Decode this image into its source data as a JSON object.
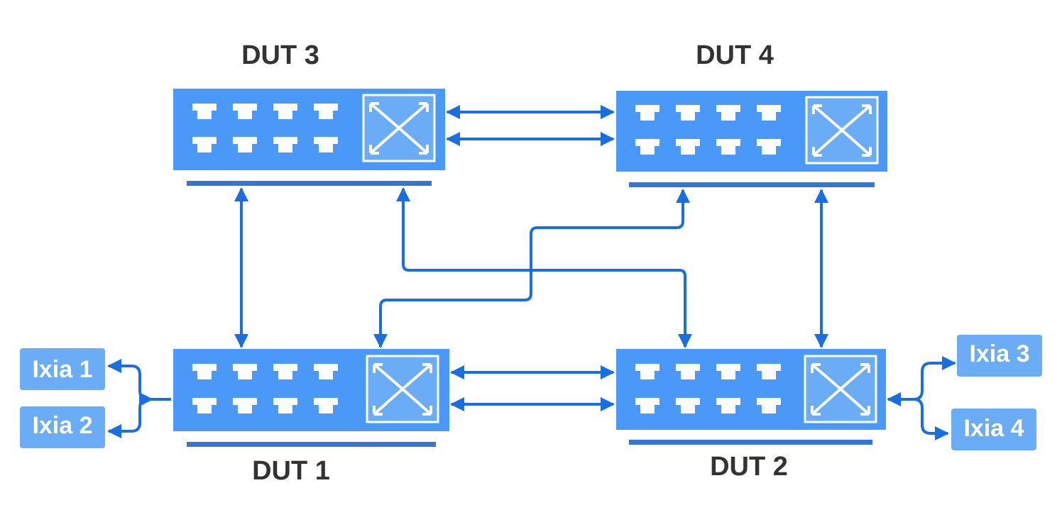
{
  "colors": {
    "switch_body": "#4a98f7",
    "switch_base": "#3575d3",
    "link": "#1a6fe0",
    "ixia_box": "#6aacf6",
    "port": "#ffffff",
    "label_text": "#333333",
    "ixia_text": "#ffffff"
  },
  "devices": {
    "dut3": {
      "label": "DUT 3",
      "icon": "network-switch-icon"
    },
    "dut4": {
      "label": "DUT 4",
      "icon": "network-switch-icon"
    },
    "dut1": {
      "label": "DUT 1",
      "icon": "network-switch-icon"
    },
    "dut2": {
      "label": "DUT 2",
      "icon": "network-switch-icon"
    }
  },
  "traffic_generators": {
    "ixia1": {
      "label": "Ixia 1"
    },
    "ixia2": {
      "label": "Ixia 2"
    },
    "ixia3": {
      "label": "Ixia 3"
    },
    "ixia4": {
      "label": "Ixia 4"
    }
  },
  "links": [
    {
      "from": "DUT 3",
      "to": "DUT 4",
      "count": 2,
      "bidirectional": true
    },
    {
      "from": "DUT 1",
      "to": "DUT 2",
      "count": 2,
      "bidirectional": true
    },
    {
      "from": "DUT 3",
      "to": "DUT 1",
      "count": 1,
      "bidirectional": true
    },
    {
      "from": "DUT 4",
      "to": "DUT 2",
      "count": 1,
      "bidirectional": true
    },
    {
      "from": "DUT 3",
      "to": "DUT 2",
      "count": 1,
      "bidirectional": true
    },
    {
      "from": "DUT 4",
      "to": "DUT 1",
      "count": 1,
      "bidirectional": true
    },
    {
      "from": "Ixia 1",
      "to": "DUT 1",
      "count": 1,
      "bidirectional": true
    },
    {
      "from": "Ixia 2",
      "to": "DUT 1",
      "count": 1,
      "bidirectional": true
    },
    {
      "from": "Ixia 3",
      "to": "DUT 2",
      "count": 1,
      "bidirectional": true
    },
    {
      "from": "Ixia 4",
      "to": "DUT 2",
      "count": 1,
      "bidirectional": true
    }
  ]
}
